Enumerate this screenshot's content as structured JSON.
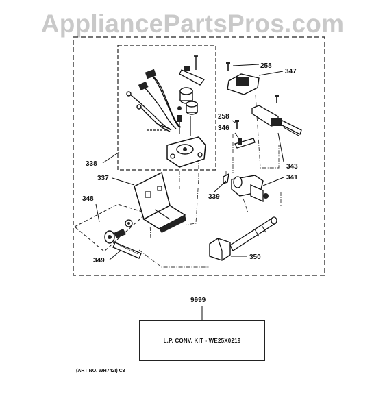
{
  "watermark": "AppliancePartsPros.com",
  "parts": {
    "p258a": "258",
    "p347": "347",
    "p258b": "258",
    "p346": "346",
    "p338": "338",
    "p343": "343",
    "p337": "337",
    "p341": "341",
    "p339": "339",
    "p348": "348",
    "p350": "350",
    "p349": "349",
    "p9999": "9999"
  },
  "kit_label": "L.P. CONV. KIT - WE25X0219",
  "art_no": "(ART NO. WH742I) C3"
}
